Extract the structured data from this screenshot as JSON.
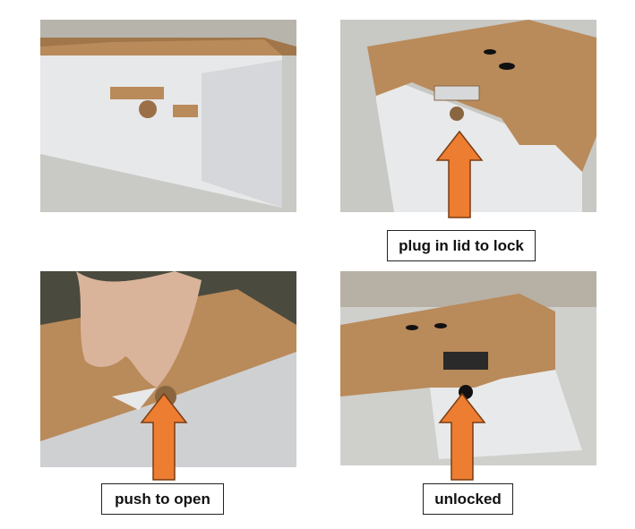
{
  "labels": {
    "lock": "plug in lid to lock",
    "open": "push to open",
    "unlocked": "unlocked"
  },
  "colors": {
    "arrow": "#ed7d31",
    "cardboard": "#b98a5a",
    "white_board": "#e8e9ea"
  }
}
